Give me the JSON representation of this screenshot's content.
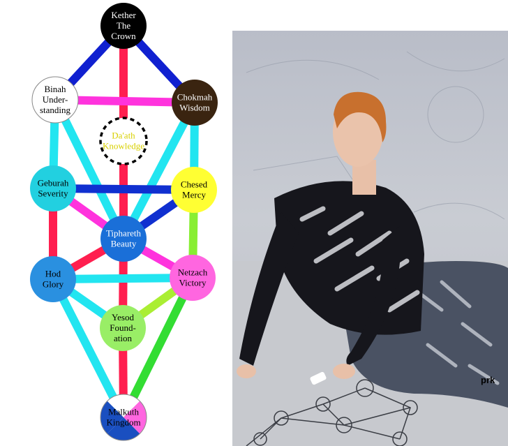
{
  "diagram": {
    "nodes": [
      {
        "id": "kether",
        "lines": [
          "Kether",
          "The",
          "Crown"
        ],
        "fill": "#000000",
        "text_color": "#ffffff"
      },
      {
        "id": "binah",
        "lines": [
          "Binah",
          "Under-",
          "standing"
        ],
        "fill": "#ffffff",
        "text_color": "#000000"
      },
      {
        "id": "chokmah",
        "lines": [
          "Chokmah",
          "Wisdom"
        ],
        "fill": "#3a2410",
        "text_color": "#ffffff"
      },
      {
        "id": "daath",
        "lines": [
          "Da'ath",
          "Knowledge"
        ],
        "fill": "none",
        "text_color": "#d8d000"
      },
      {
        "id": "geburah",
        "lines": [
          "Geburah",
          "Severity"
        ],
        "fill": "#22d0e0",
        "text_color": "#000000"
      },
      {
        "id": "chesed",
        "lines": [
          "Chesed",
          "Mercy"
        ],
        "fill": "#ffff33",
        "text_color": "#000000"
      },
      {
        "id": "tiphareth",
        "lines": [
          "Tiphareth",
          "Beauty"
        ],
        "fill": "#1a6fd8",
        "text_color": "#ffffff"
      },
      {
        "id": "hod",
        "lines": [
          "Hod",
          "Glory"
        ],
        "fill": "#2a90e0",
        "text_color": "#000000"
      },
      {
        "id": "netzach",
        "lines": [
          "Netzach",
          "Victory"
        ],
        "fill": "#ff66e0",
        "text_color": "#000000"
      },
      {
        "id": "yesod",
        "lines": [
          "Yesod",
          "Found-",
          "ation"
        ],
        "fill": "#99ee66",
        "text_color": "#000000"
      },
      {
        "id": "malkuth",
        "lines": [
          "Malkuth",
          "Kingdom"
        ],
        "fill": "#1a4fc0",
        "text_color": "#000000"
      }
    ],
    "paths": [
      {
        "from": "kether",
        "to": "binah",
        "color": "#1020d0"
      },
      {
        "from": "kether",
        "to": "chokmah",
        "color": "#1020d0"
      },
      {
        "from": "kether",
        "to": "tiphareth",
        "color": "#ff1f4f"
      },
      {
        "from": "binah",
        "to": "chokmah",
        "color": "#ff33dd"
      },
      {
        "from": "binah",
        "to": "geburah",
        "color": "#22e5f0"
      },
      {
        "from": "binah",
        "to": "tiphareth",
        "color": "#22e5f0"
      },
      {
        "from": "chokmah",
        "to": "chesed",
        "color": "#22e5f0"
      },
      {
        "from": "chokmah",
        "to": "tiphareth",
        "color": "#22e5f0"
      },
      {
        "from": "geburah",
        "to": "chesed",
        "color": "#1030d0"
      },
      {
        "from": "geburah",
        "to": "tiphareth",
        "color": "#ff33dd"
      },
      {
        "from": "geburah",
        "to": "hod",
        "color": "#ff1f4f"
      },
      {
        "from": "chesed",
        "to": "tiphareth",
        "color": "#1030d0"
      },
      {
        "from": "chesed",
        "to": "netzach",
        "color": "#88ee33"
      },
      {
        "from": "tiphareth",
        "to": "hod",
        "color": "#ff1f4f"
      },
      {
        "from": "tiphareth",
        "to": "netzach",
        "color": "#ff33dd"
      },
      {
        "from": "tiphareth",
        "to": "yesod",
        "color": "#ff1f4f"
      },
      {
        "from": "hod",
        "to": "netzach",
        "color": "#22e5f0"
      },
      {
        "from": "hod",
        "to": "yesod",
        "color": "#22e5f0"
      },
      {
        "from": "hod",
        "to": "malkuth",
        "color": "#22e5f0"
      },
      {
        "from": "netzach",
        "to": "yesod",
        "color": "#aaee33"
      },
      {
        "from": "netzach",
        "to": "malkuth",
        "color": "#33dd33"
      },
      {
        "from": "yesod",
        "to": "malkuth",
        "color": "#ff1f4f"
      }
    ],
    "malkuth_quadrants": [
      "#ffffff",
      "#ff66e0",
      "#1a4fc0",
      "#1a4fc0"
    ]
  },
  "photo": {
    "credit": "prk"
  }
}
